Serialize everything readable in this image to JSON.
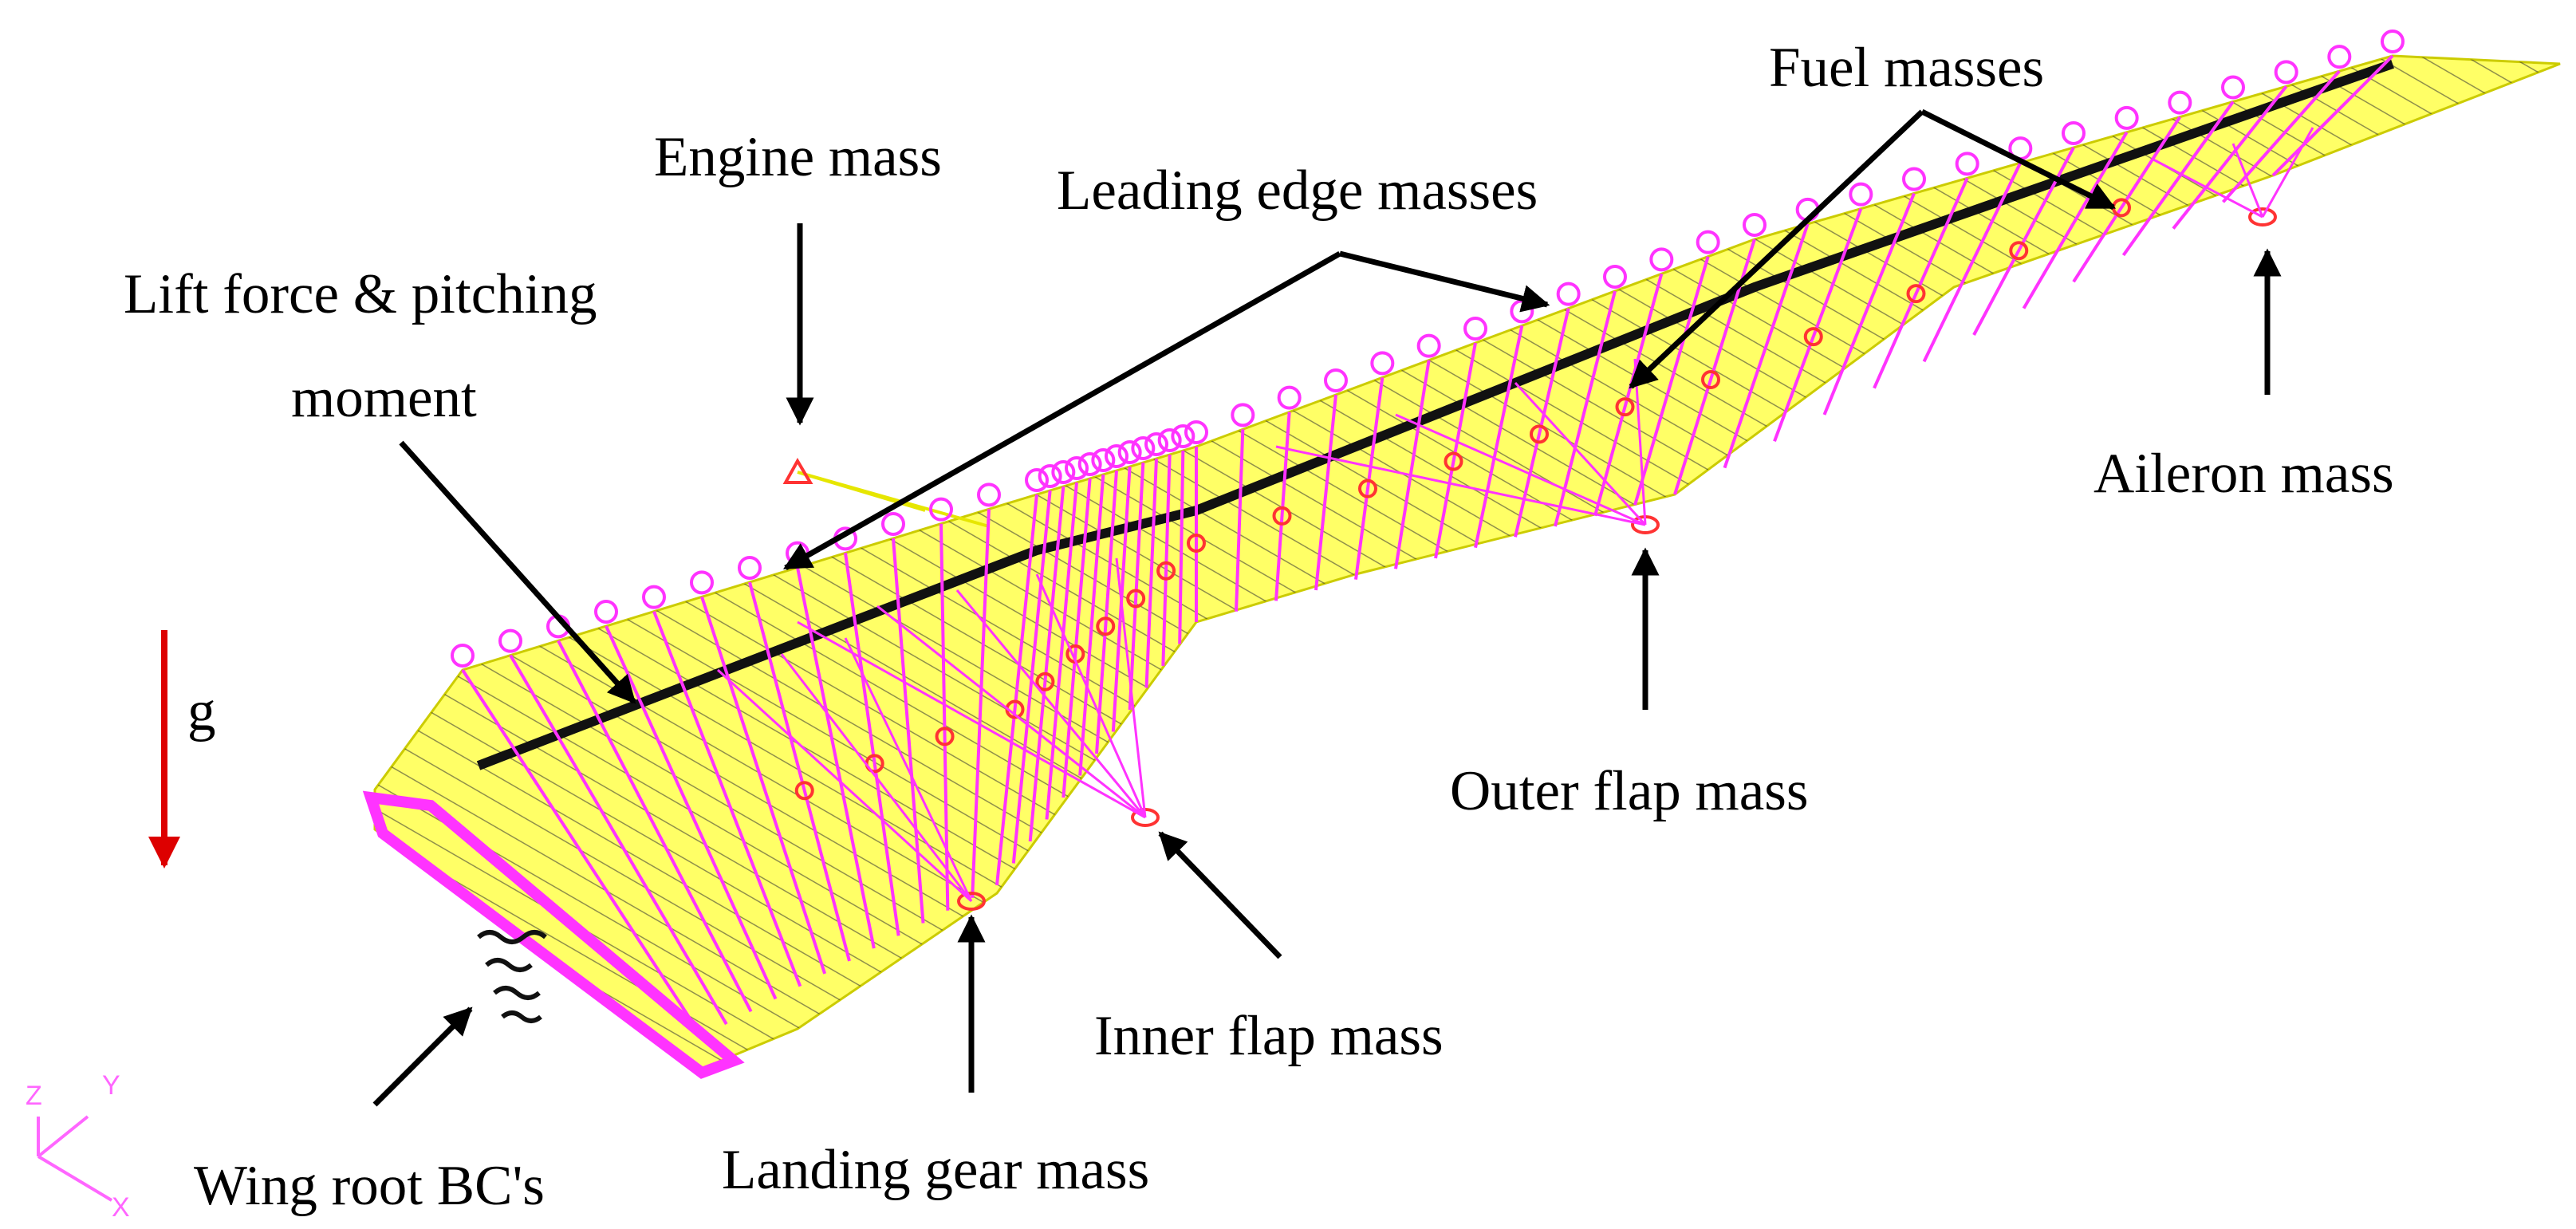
{
  "labels": {
    "engine_mass": "Engine mass",
    "leading_edge_masses": "Leading edge masses",
    "fuel_masses": "Fuel masses",
    "lift_force_line1": "Lift force & pitching",
    "lift_force_line2": "moment",
    "aileron_mass": "Aileron mass",
    "outer_flap_mass": "Outer flap mass",
    "inner_flap_mass": "Inner flap mass",
    "landing_gear_mass": "Landing gear mass",
    "wing_root_bcs": "Wing root BC's",
    "gravity": "g"
  },
  "axes": {
    "z": "Z",
    "y": "Y",
    "x": "X"
  },
  "colors": {
    "wing_fill": "#ffff66",
    "mesh_lines": "#222222",
    "mass_elements": "#ff33ff",
    "mass_markers": "#ff3333",
    "gravity_arrow": "#dd0000",
    "engine_link": "#e6e600",
    "triad": "#ff66ff",
    "arrows": "#000000"
  }
}
